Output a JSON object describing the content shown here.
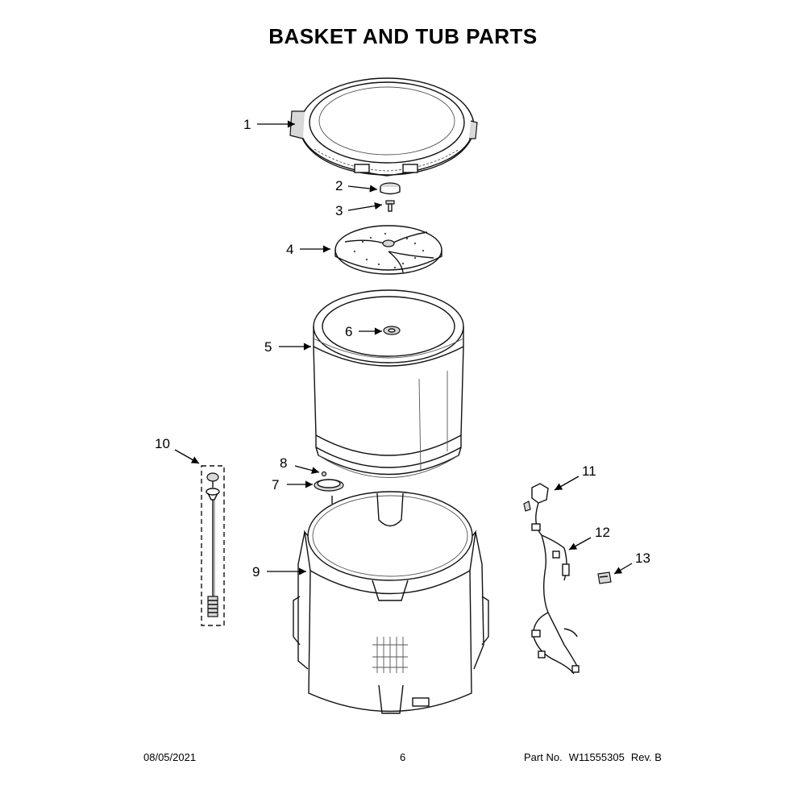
{
  "title": "BASKET AND TUB PARTS",
  "callouts": {
    "c1": "1",
    "c2": "2",
    "c3": "3",
    "c4": "4",
    "c5": "5",
    "c6": "6",
    "c7": "7",
    "c8": "8",
    "c9": "9",
    "c10": "10",
    "c11": "11",
    "c12": "12",
    "c13": "13"
  },
  "footer": {
    "date": "08/05/2021",
    "page": "6",
    "part_label": "Part No.",
    "part_number": "W11555305",
    "revision": "Rev.  B"
  }
}
